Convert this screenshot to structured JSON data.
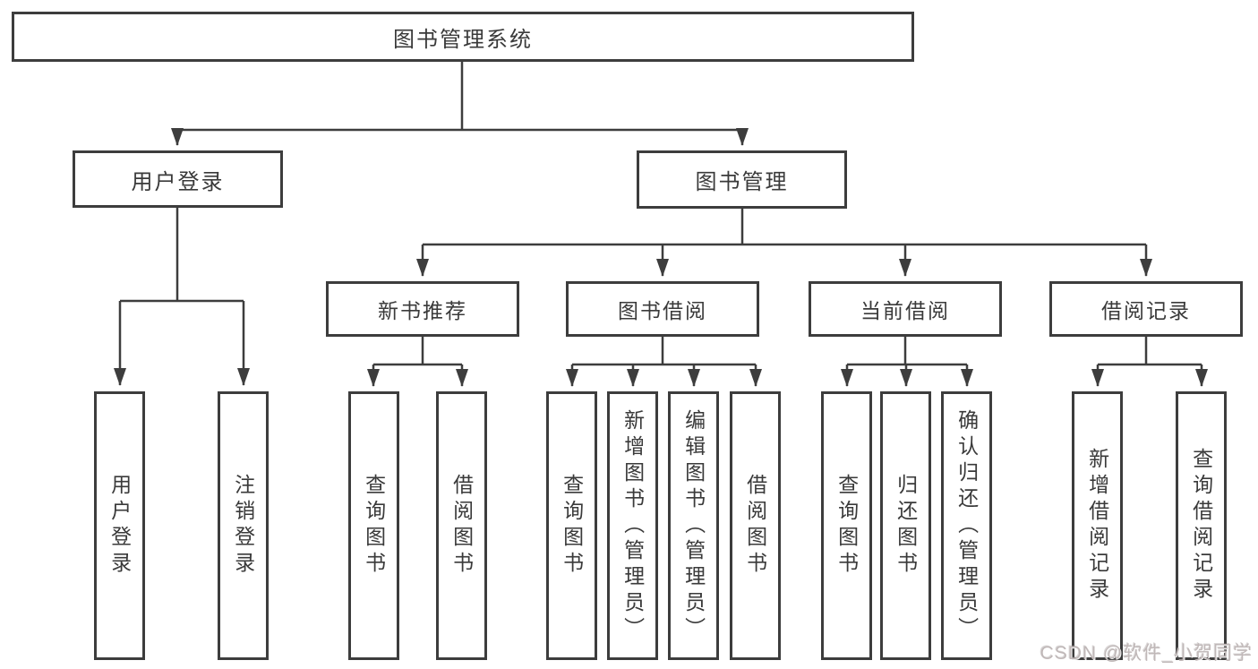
{
  "diagram": {
    "title_note": "functional structure chart",
    "root": {
      "label": "图书管理系统"
    },
    "level2": [
      {
        "label": "用户登录",
        "parent": "图书管理系统"
      },
      {
        "label": "图书管理",
        "parent": "图书管理系统"
      }
    ],
    "level3": [
      {
        "label": "新书推荐",
        "parent": "图书管理"
      },
      {
        "label": "图书借阅",
        "parent": "图书管理"
      },
      {
        "label": "当前借阅",
        "parent": "图书管理"
      },
      {
        "label": "借阅记录",
        "parent": "图书管理"
      }
    ],
    "leaves": [
      {
        "label": "用户登录",
        "parent": "用户登录"
      },
      {
        "label": "注销登录",
        "parent": "用户登录"
      },
      {
        "label": "查询图书",
        "parent": "新书推荐"
      },
      {
        "label": "借阅图书",
        "parent": "新书推荐"
      },
      {
        "label": "查询图书",
        "parent": "图书借阅"
      },
      {
        "label": "新增图书（管理员）",
        "parent": "图书借阅"
      },
      {
        "label": "编辑图书（管理员）",
        "parent": "图书借阅"
      },
      {
        "label": "借阅图书",
        "parent": "图书借阅"
      },
      {
        "label": "查询图书",
        "parent": "当前借阅"
      },
      {
        "label": "归还图书",
        "parent": "当前借阅"
      },
      {
        "label": "确认归还（管理员）",
        "parent": "当前借阅"
      },
      {
        "label": "新增借阅记录",
        "parent": "借阅记录"
      },
      {
        "label": "查询借阅记录",
        "parent": "借阅记录"
      }
    ],
    "colors": {
      "line": "#3d3d3d",
      "box_border": "#3d3d3d",
      "text": "#3a3a3a",
      "background": "#ffffff"
    }
  },
  "watermark": {
    "text": "CSDN @软件_小贺同学",
    "color": "#c0b8b8"
  }
}
